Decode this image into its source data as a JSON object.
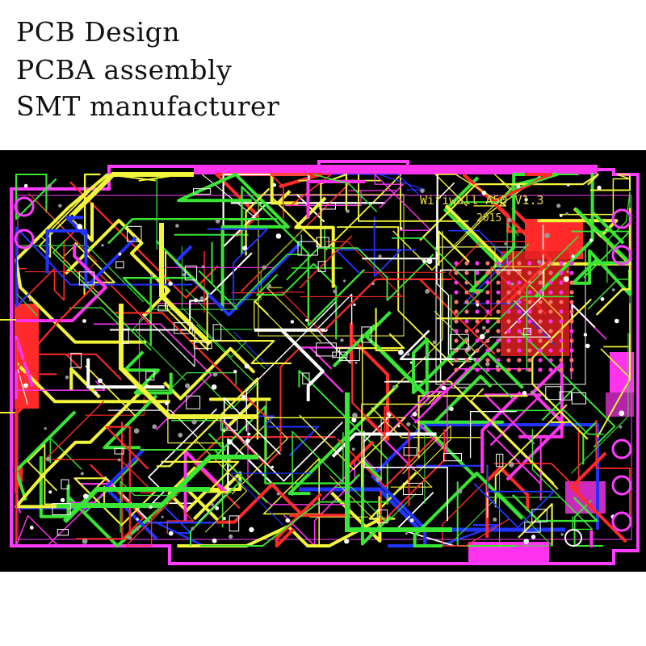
{
  "headline": {
    "lines": [
      "PCB Design",
      "PCBA assembly",
      "SMT manufacturer"
    ]
  },
  "board": {
    "silkscreen_title": "Wifiwall A50 V1.3",
    "silkscreen_year": "2015",
    "colors": {
      "background": "#000000",
      "outline": "#ff3cff",
      "trace_green": "#39e635",
      "trace_yellow": "#f2f53a",
      "trace_blue": "#2233ff",
      "trace_red": "#ff2a2a",
      "trace_magenta": "#ff33ee",
      "silkscreen": "#e8d84a"
    }
  }
}
